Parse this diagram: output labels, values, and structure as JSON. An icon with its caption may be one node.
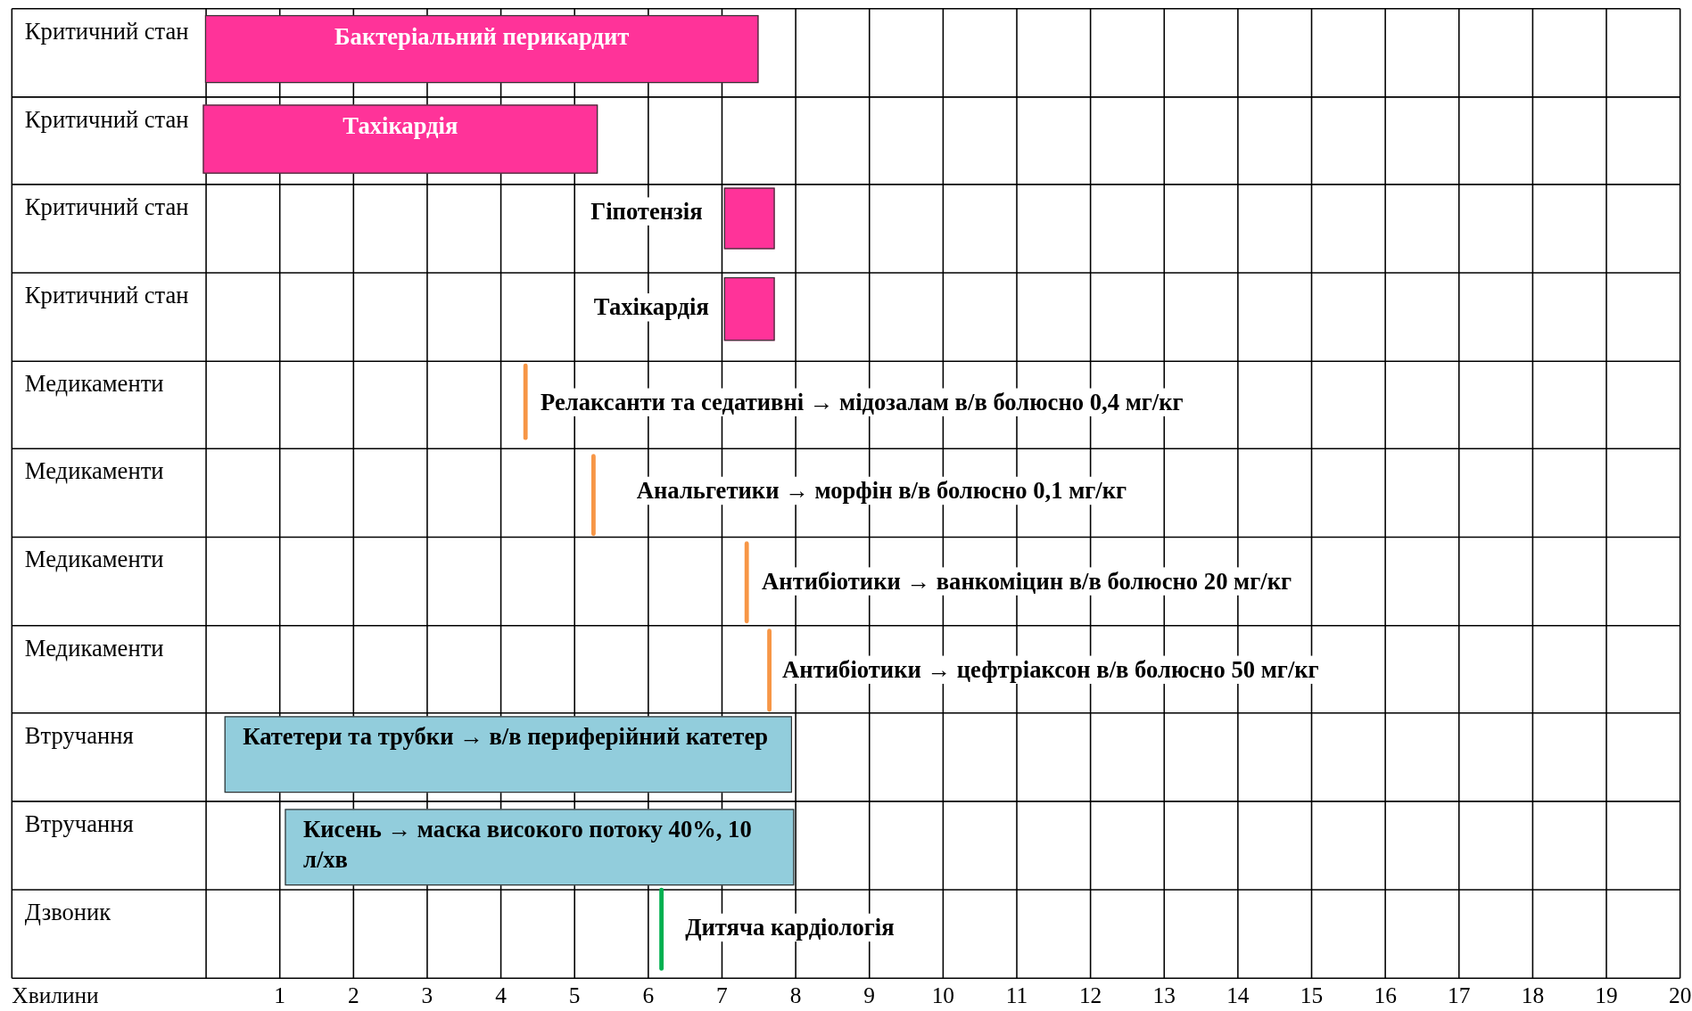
{
  "diagram": {
    "nodes": [
      {
        "text": [
          "Бактеріальний перикардит"
        ]
      },
      {
        "text": [
          "Тахікардія"
        ]
      },
      {
        "text": [],
        "shape": "box",
        "beside": [
          "Гіпотензія"
        ]
      },
      {
        "text": [],
        "shape": "box",
        "beside": [
          "Тахікардія"
        ]
      },
      {
        "text": [],
        "shape": "bar",
        "beside": [
          "Релаксанти та седативні → мідозалам в/в болюсно 0,4 мг/кг"
        ]
      },
      {
        "text": [],
        "shape": "bar",
        "beside": [
          "Анальгетики → морфін в/в болюсно 0,1 мг/кг"
        ]
      },
      {
        "text": [],
        "shape": "bar",
        "beside": [
          "Антибіотики → ванкоміцин в/в болюсно 20 мг/кг"
        ]
      },
      {
        "text": [],
        "shape": "bar",
        "beside": [
          "Антибіотики → цефтріаксон в/в болюсно 50 мг/кг"
        ]
      },
      {
        "text": [
          "Катетери та трубки → в/в периферійний катетер"
        ]
      },
      {
        "text": [
          "Кисень → маска високого потоку 40%, 10 л/хв"
        ]
      },
      {
        "text": [],
        "shape": "bar",
        "beside": [
          "Дитяча кардіологія"
        ]
      }
    ],
    "labels": [
      "Критичний стан",
      "Критичний стан",
      "Критичний стан",
      "Критичний стан",
      "Медикаменти",
      "Медикаменти",
      "Медикаменти",
      "Медикаменти",
      "Втручання",
      "Втручання",
      "Дзвоник",
      "Хвилини",
      "1",
      "2",
      "3",
      "4",
      "5",
      "6",
      "7",
      "8",
      "9",
      "10",
      "11",
      "12",
      "13",
      "14",
      "15",
      "16",
      "17",
      "18",
      "19",
      "20"
    ]
  }
}
